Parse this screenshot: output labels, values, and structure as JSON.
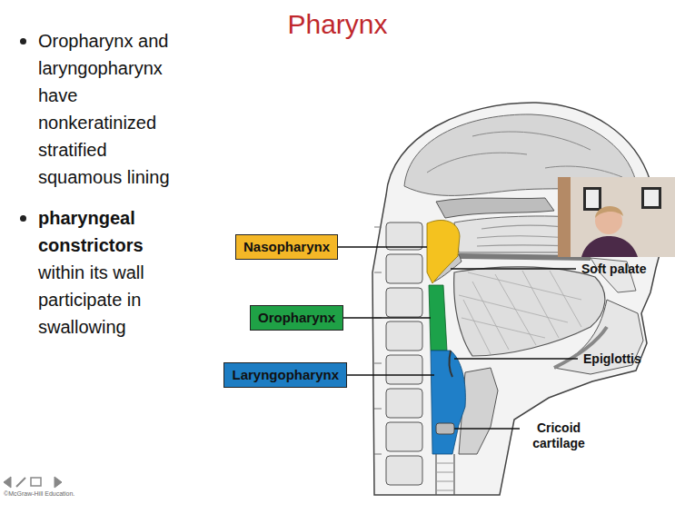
{
  "diagram": {
    "title": "Pharynx",
    "nodes": [
      {
        "text": [
          "Nasopharynx"
        ]
      },
      {
        "text": [
          "Oropharynx"
        ]
      },
      {
        "text": [
          "Laryngopharynx"
        ]
      }
    ],
    "labels": [
      "Oropharynx and laryngopharynx have nonkeratinized stratified squamous lining",
      "pharyngeal constrictors",
      "within its wall participate in swallowing",
      "Soft palate",
      "Epiglottis",
      "Cricoid cartilage",
      "©McGraw-Hill Education."
    ]
  }
}
